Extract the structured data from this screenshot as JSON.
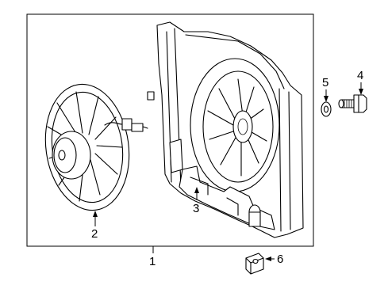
{
  "callouts": {
    "c1": "1",
    "c2": "2",
    "c3": "3",
    "c4": "4",
    "c5": "5",
    "c6": "6"
  },
  "parts": [
    {
      "callout": "1",
      "name": "fan-shroud-assembly"
    },
    {
      "callout": "2",
      "name": "fan-motor-and-blade"
    },
    {
      "callout": "3",
      "name": "shroud"
    },
    {
      "callout": "4",
      "name": "bolt"
    },
    {
      "callout": "5",
      "name": "nut"
    },
    {
      "callout": "6",
      "name": "clip-nut"
    }
  ]
}
